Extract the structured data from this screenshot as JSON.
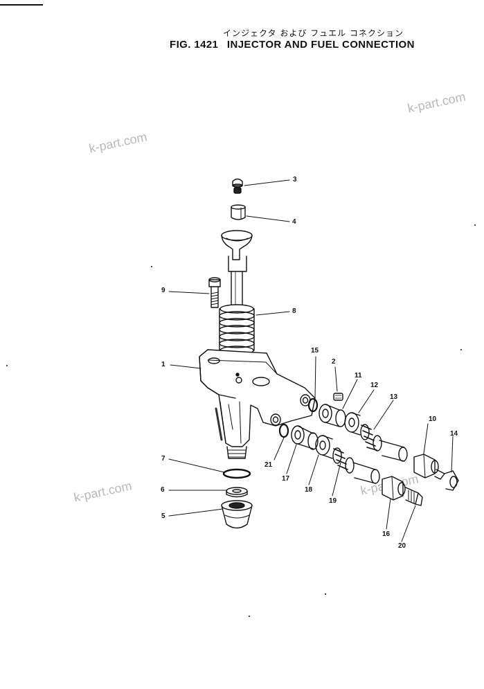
{
  "header": {
    "japanese_title": "インジェクタ および フュエル コネクション",
    "fig_label": "FIG. 1421",
    "title": "INJECTOR AND FUEL CONNECTION"
  },
  "watermarks": [
    "k-part.com",
    "k-part.com",
    "k-part.com",
    "k-part.com"
  ],
  "callouts": {
    "c1": "1",
    "c2": "2",
    "c3": "3",
    "c4": "4",
    "c5": "5",
    "c6": "6",
    "c7": "7",
    "c8": "8",
    "c9": "9",
    "c10": "10",
    "c11": "11",
    "c12": "12",
    "c13": "13",
    "c14": "14",
    "c15": "15",
    "c16": "16",
    "c17": "17",
    "c18": "18",
    "c19": "19",
    "c20": "20",
    "c21": "21"
  }
}
